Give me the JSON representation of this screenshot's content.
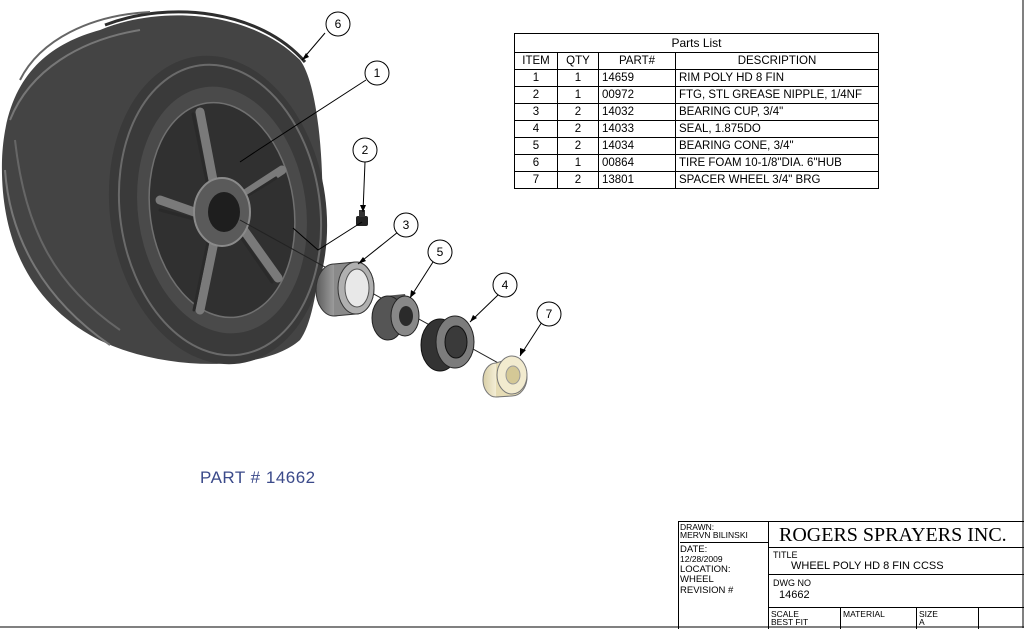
{
  "balloons": [
    "6",
    "1",
    "2",
    "3",
    "5",
    "4",
    "7"
  ],
  "parts_list": {
    "caption": "Parts List",
    "headers": [
      "ITEM",
      "QTY",
      "PART#",
      "DESCRIPTION"
    ],
    "rows": [
      [
        "1",
        "1",
        "14659",
        "RIM POLY HD 8 FIN"
      ],
      [
        "2",
        "1",
        "00972",
        "FTG, STL GREASE NIPPLE, 1/4NF"
      ],
      [
        "3",
        "2",
        "14032",
        "BEARING CUP, 3/4\""
      ],
      [
        "4",
        "2",
        "14033",
        "SEAL, 1.875DO"
      ],
      [
        "5",
        "2",
        "14034",
        "BEARING CONE, 3/4\""
      ],
      [
        "6",
        "1",
        "00864",
        "TIRE FOAM 10-1/8\"DIA. 6\"HUB"
      ],
      [
        "7",
        "2",
        "13801",
        "SPACER WHEEL 3/4\" BRG"
      ]
    ]
  },
  "part_label": "PART # 14662",
  "title_block": {
    "drawn_label": "DRAWN:",
    "drawn_value": "MERVN BILINSKI",
    "date_label": "DATE:",
    "date_value": "12/28/2009",
    "location_label": "LOCATION:",
    "location_value": "WHEEL",
    "revision_label": "REVISION #",
    "company": "ROGERS SPRAYERS INC.",
    "title_label": "TITLE",
    "title_value": "WHEEL POLY HD 8 FIN CCSS",
    "dwg_label": "DWG NO",
    "dwg_value": "14662",
    "scale_label": "SCALE",
    "scale_value": "BEST FIT",
    "material_label": "MATERIAL",
    "size_label": "SIZE",
    "size_value": "A"
  },
  "colors": {
    "tire_dark": "#4a4a4a",
    "tire_mid": "#6e6e6e",
    "tire_light": "#9a9a9a",
    "spacer": "#efe6c6",
    "part_label": "#3b4a8a"
  }
}
